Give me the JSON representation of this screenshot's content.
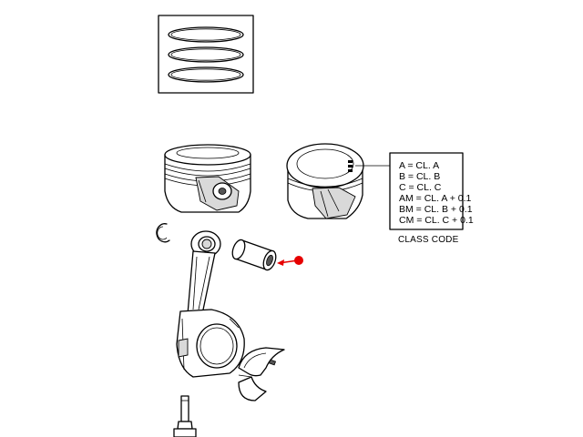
{
  "legend": {
    "lines": [
      "A = CL. A",
      "B = CL. B",
      "C = CL. C",
      "AM = CL. A + 0.1",
      "BM = CL. B + 0.1",
      "CM = CL. C + 0.1"
    ],
    "caption": "CLASS CODE"
  },
  "callout": {
    "color": "#e60000"
  }
}
